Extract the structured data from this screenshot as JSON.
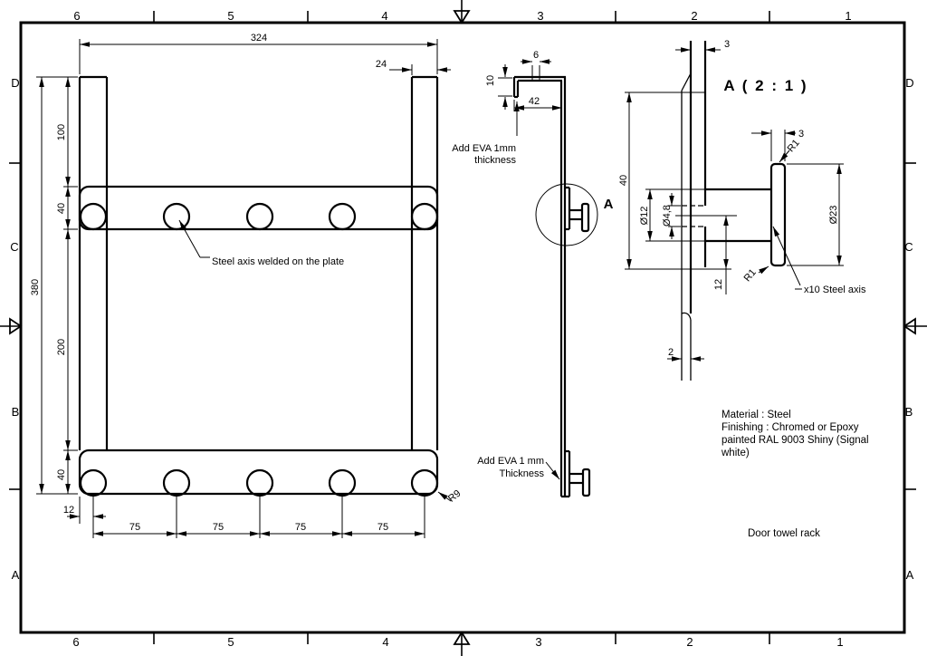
{
  "colors": {
    "ink": "#000000",
    "paper": "#ffffff"
  },
  "zones": {
    "top": [
      "6",
      "5",
      "4",
      "3",
      "2",
      "1"
    ],
    "bottom": [
      "6",
      "5",
      "4",
      "3",
      "2",
      "1"
    ],
    "left": [
      "D",
      "C",
      "B",
      "A"
    ],
    "right": [
      "D",
      "C",
      "B",
      "A"
    ]
  },
  "front_view": {
    "dim_overall_width": "324",
    "dim_bar_width": "24",
    "dim_top_offset": "100",
    "dim_rail_top": "40",
    "dim_mid_spacing": "200",
    "dim_rail_bottom": "40",
    "dim_overall_height": "380",
    "dim_first_hook": "12",
    "dim_hook_pitch": [
      "75",
      "75",
      "75",
      "75"
    ],
    "radius_label": "R9",
    "note": "Steel axis welded on the plate"
  },
  "side_view": {
    "dim_gap": "6",
    "dim_lip": "10",
    "dim_width": "42",
    "eva_top": [
      "Add EVA 1mm",
      "thickness"
    ],
    "eva_bottom": [
      "Add EVA 1 mm",
      "Thickness"
    ],
    "detail_marker": "A"
  },
  "detail_view": {
    "title": "A ( 2 : 1 )",
    "dim_plate": "3",
    "dim_height": "40",
    "dim_stem": "Ø12",
    "dim_hole": "Ø4,8",
    "dim_disc": "Ø23",
    "dim_offset": "12",
    "dim_gap": "2",
    "dim_disc_thickness": "3",
    "radius_top": "R1",
    "radius_bottom": "R1",
    "note_axis": "x10 Steel axis"
  },
  "notes": {
    "material": "Material : Steel",
    "finishing1": "Finishing : Chromed or Epoxy",
    "finishing2": "painted RAL 9003 Shiny (Signal",
    "finishing3": "white)",
    "drawing_title": "Door towel rack"
  }
}
